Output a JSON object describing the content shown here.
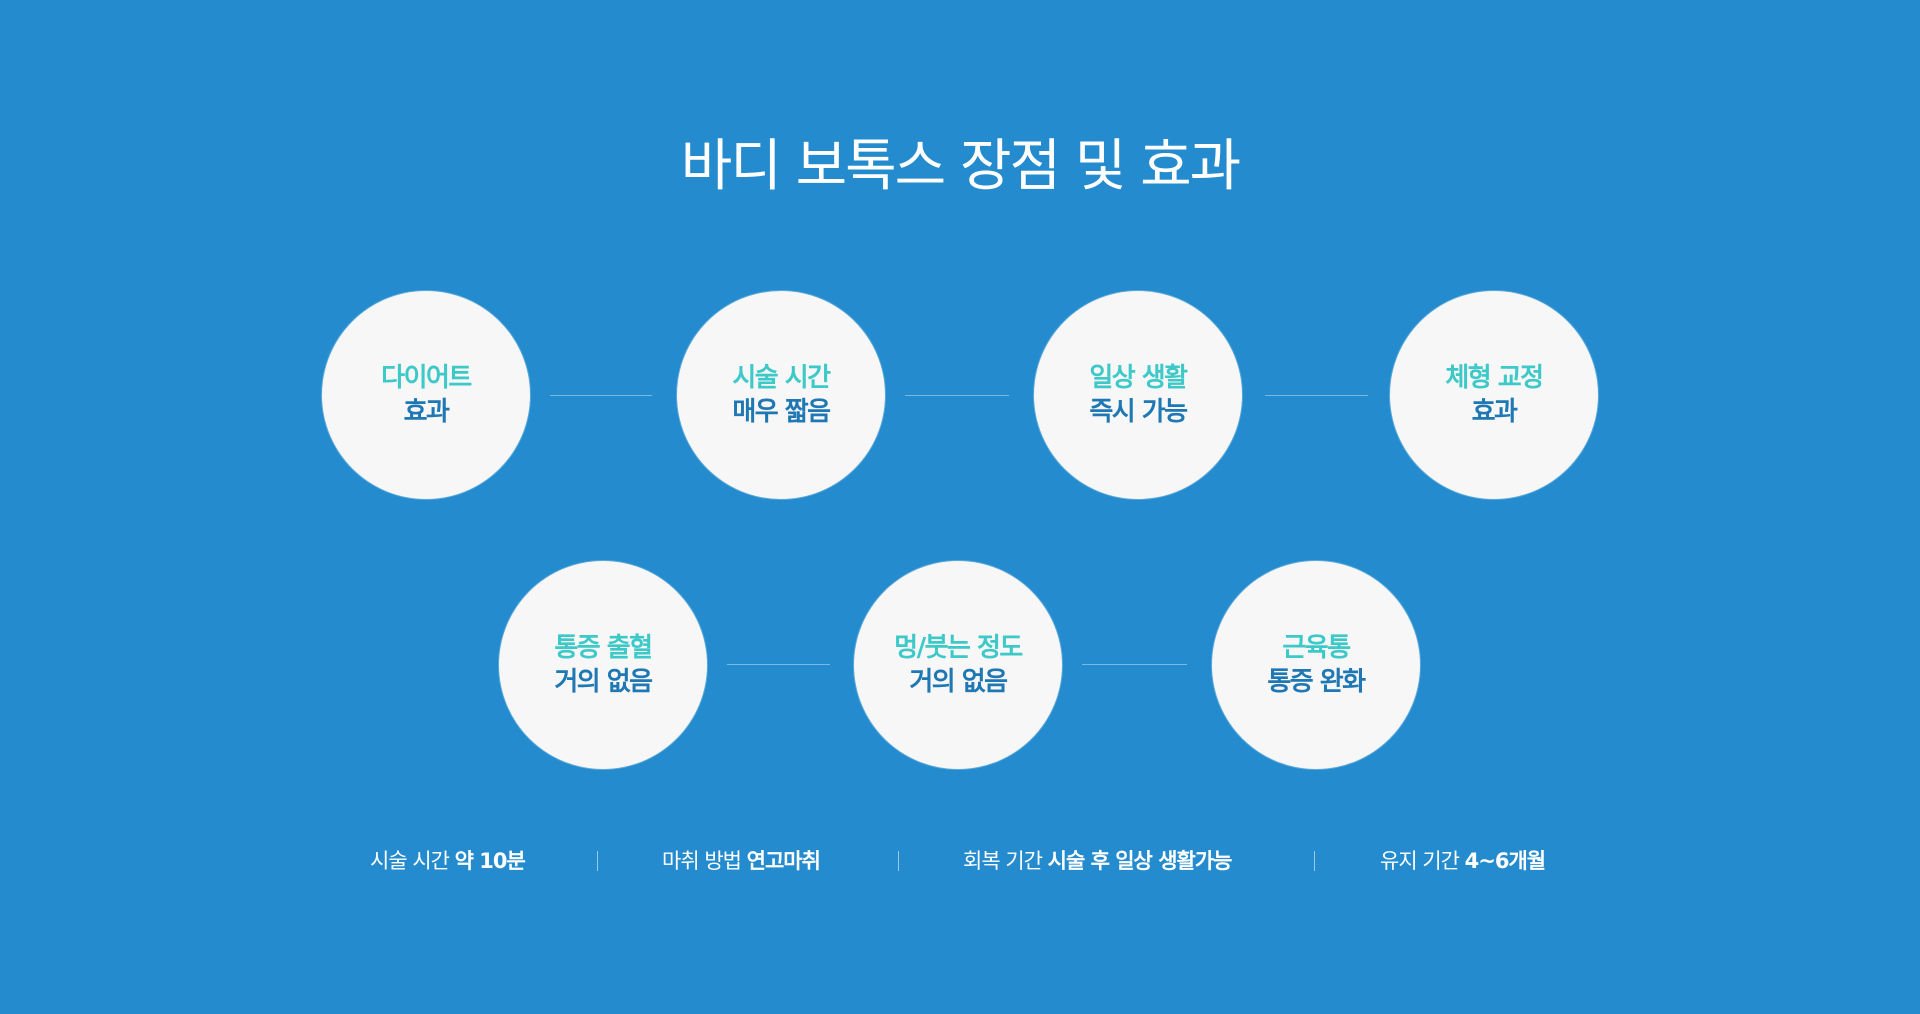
{
  "title": "바디 보톡스 장점 및 효과",
  "benefits": [
    {
      "line1": "다이어트",
      "line2": "효과"
    },
    {
      "line1": "시술 시간",
      "line2": "매우 짧음"
    },
    {
      "line1": "일상 생활",
      "line2": "즉시 가능"
    },
    {
      "line1": "체형 교정",
      "line2": "효과"
    },
    {
      "line1": "통증 출혈",
      "line2": "거의 없음"
    },
    {
      "line1": "멍/붓는 정도",
      "line2": "거의 없음"
    },
    {
      "line1": "근육통",
      "line2": "통증 완화"
    }
  ],
  "info": [
    {
      "label": "시술 시간",
      "value": "약 10분"
    },
    {
      "label": "마취 방법",
      "value": "연고마취"
    },
    {
      "label": "회복 기간",
      "value": "시술 후 일상 생활가능"
    },
    {
      "label": "유지 기간",
      "value": "4~6개월"
    }
  ],
  "colors": {
    "background": "#238bce",
    "circle": "#f7f7f7",
    "accent_teal": "#3ec9c9",
    "accent_blue": "#1f78b4"
  }
}
